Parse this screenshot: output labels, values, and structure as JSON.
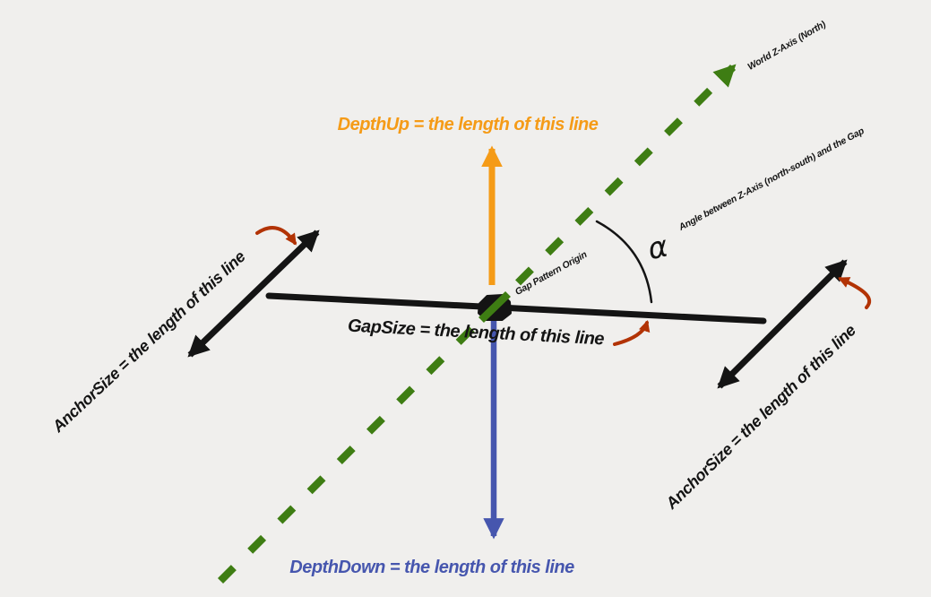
{
  "diagram": {
    "labels": {
      "depth_up": "DepthUp = the length of this line",
      "depth_down": "DepthDown = the length of this line",
      "gap_size": "GapSize = the length of this line",
      "anchor_size_left": "AnchorSize = the length of this line",
      "anchor_size_right": "AnchorSize = the length of this line",
      "gap_pattern_origin": "Gap Pattern Origin",
      "world_z_axis": "World Z-Axis (North)",
      "angle_description": "Angle between Z-Axis (north-south) and the Gap",
      "angle_symbol": "α"
    },
    "colors": {
      "background": "#f0efed",
      "ink": "#141414",
      "green": "#3e7d13",
      "orange": "#f59b17",
      "blue": "#4656ae",
      "red": "#b23305"
    }
  }
}
